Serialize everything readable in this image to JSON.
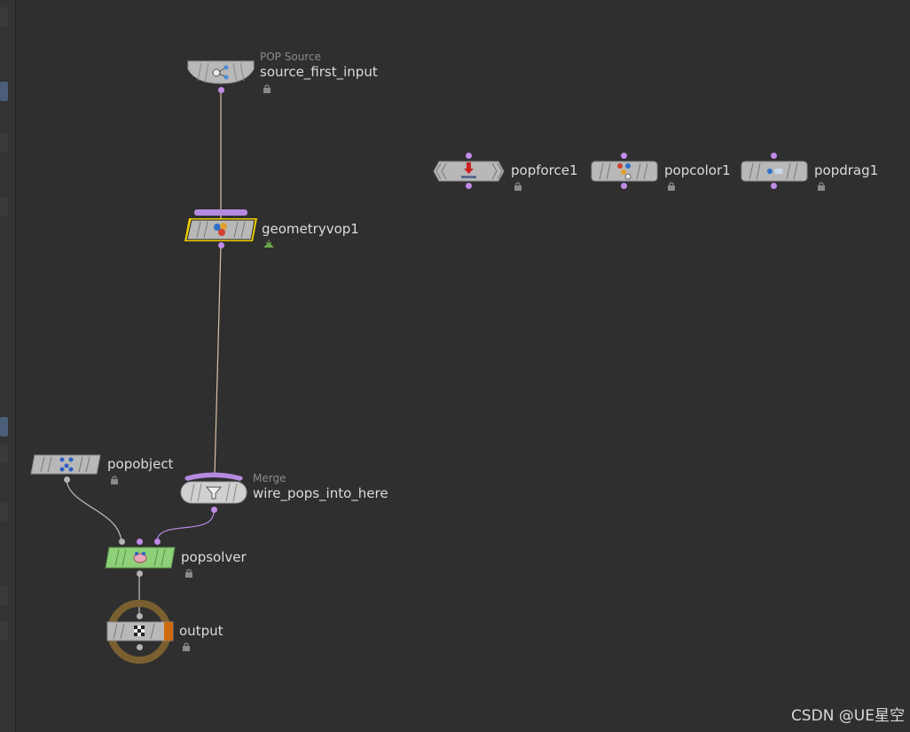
{
  "nodes": {
    "source_first_input": {
      "name": "source_first_input",
      "type": "POP Source",
      "icon": "particle-source-icon"
    },
    "geometryvop1": {
      "name": "geometryvop1",
      "icon": "vop-icon",
      "badge": "display-flag-icon"
    },
    "popforce1": {
      "name": "popforce1",
      "icon": "force-icon"
    },
    "popcolor1": {
      "name": "popcolor1",
      "icon": "color-icon"
    },
    "popdrag1": {
      "name": "popdrag1",
      "icon": "drag-icon"
    },
    "popobject": {
      "name": "popobject",
      "icon": "particles-icon"
    },
    "wire_pops_into_here": {
      "name": "wire_pops_into_here",
      "type": "Merge",
      "icon": "funnel-icon"
    },
    "popsolver": {
      "name": "popsolver",
      "icon": "solver-icon"
    },
    "output": {
      "name": "output",
      "icon": "checkered-flag-icon"
    }
  },
  "colors": {
    "background": "#2f2f2f",
    "node_grey": "#b8b8b8",
    "pop_port": "#c28ae8",
    "solver_green": "#8fd07a",
    "selected_outline": "#f0d000",
    "output_ring": "#7a6030",
    "output_flag": "#d06a10"
  },
  "watermark": "CSDN @UE星空"
}
